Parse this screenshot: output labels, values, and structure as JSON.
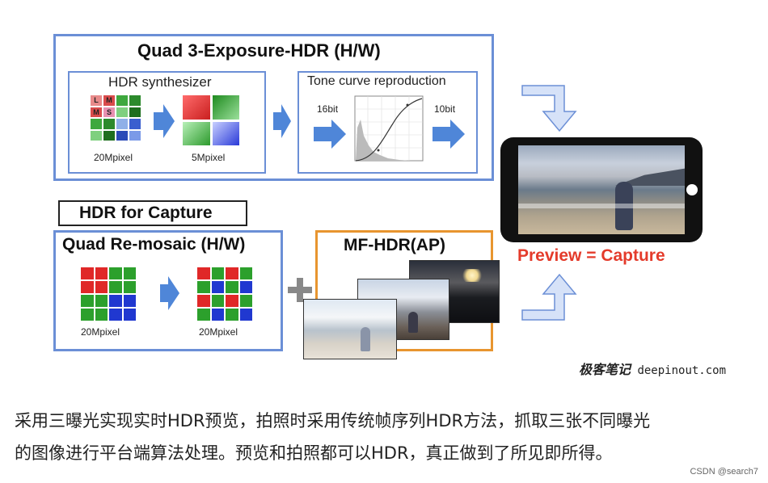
{
  "diagram": {
    "hw_box_title": "Quad 3-Exposure-HDR (H/W)",
    "hdr_synth": {
      "title": "HDR synthesizer",
      "left_label": "20Mpixel",
      "right_label": "5Mpixel",
      "cell_letters": [
        "L",
        "M",
        "M",
        "S"
      ]
    },
    "tone_curve": {
      "title": "Tone curve reproduction",
      "in_bits": "16bit",
      "out_bits": "10bit"
    },
    "capture_label": "HDR for Capture",
    "remosaic": {
      "title": "Quad Re-mosaic (H/W)",
      "left_label": "20Mpixel",
      "right_label": "20Mpixel"
    },
    "mfhdr_title": "MF-HDR(AP)",
    "plus_sign": "+",
    "preview_capture": "Preview = Capture",
    "watermark_cn": "极客笔记",
    "watermark_url": "deepinout.com",
    "colors": {
      "box_blue": "#6b8fd6",
      "arrow_blue": "#4f86d8",
      "orange": "#e8952f",
      "accent_red": "#e43b2b"
    }
  },
  "caption": {
    "line1": "采用三曝光实现实时HDR预览，拍照时采用传统帧序列HDR方法，抓取三张不同曝光",
    "line2": "的图像进行平台端算法处理。预览和拍照都可以HDR，真正做到了所见即所得。"
  },
  "footer": {
    "credit": "CSDN @search7"
  }
}
